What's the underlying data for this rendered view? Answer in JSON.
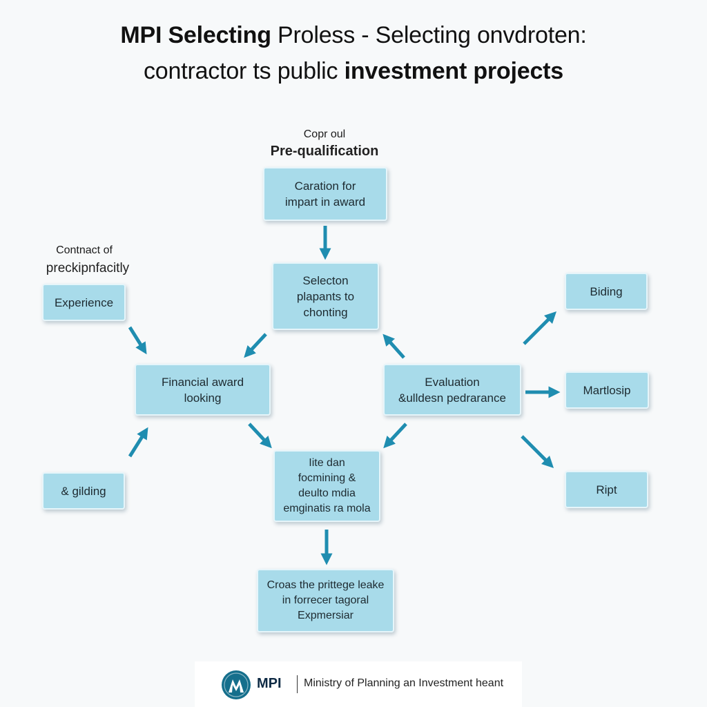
{
  "title": {
    "line1_lead": "MPI Selecting",
    "line1_rest": " Proless - Selecting onvdroten:",
    "line2_lead": "contractor ts public ",
    "line2_rest": "investment projects"
  },
  "captions": {
    "top_small": "Copr oul",
    "top_strong": "Pre-qualification",
    "left_small": "Contnact of",
    "left_strong": "preckipnfacitly"
  },
  "nodes": {
    "caration": [
      "Caration for",
      "impart in award"
    ],
    "selecton": [
      "Selecton",
      "plapants to",
      "chonting"
    ],
    "experience": [
      "Experience"
    ],
    "financial": [
      "Financial award",
      "looking"
    ],
    "evaluation": [
      "Evaluation",
      "&ulldesn pedrarance"
    ],
    "gilding": [
      "& gilding"
    ],
    "center": [
      "Iite dan",
      "focmining &",
      "deulto mdia",
      "emginatis ra mola"
    ],
    "bottom": [
      "Croas the prittege leake",
      "in forrecer tagoral",
      "Expmersiar"
    ],
    "biding": [
      "Biding"
    ],
    "martlosip": [
      "Martlosip"
    ],
    "ript": [
      "Ript"
    ]
  },
  "footer": {
    "brand": "MPI",
    "text": "Ministry of Planning an Investment heant"
  },
  "colors": {
    "node_fill": "#a8dbea",
    "arrow": "#1f8db0",
    "footer_logo": "#156f8c"
  },
  "icons": {
    "footer_logo": "mpi-emblem-icon"
  }
}
